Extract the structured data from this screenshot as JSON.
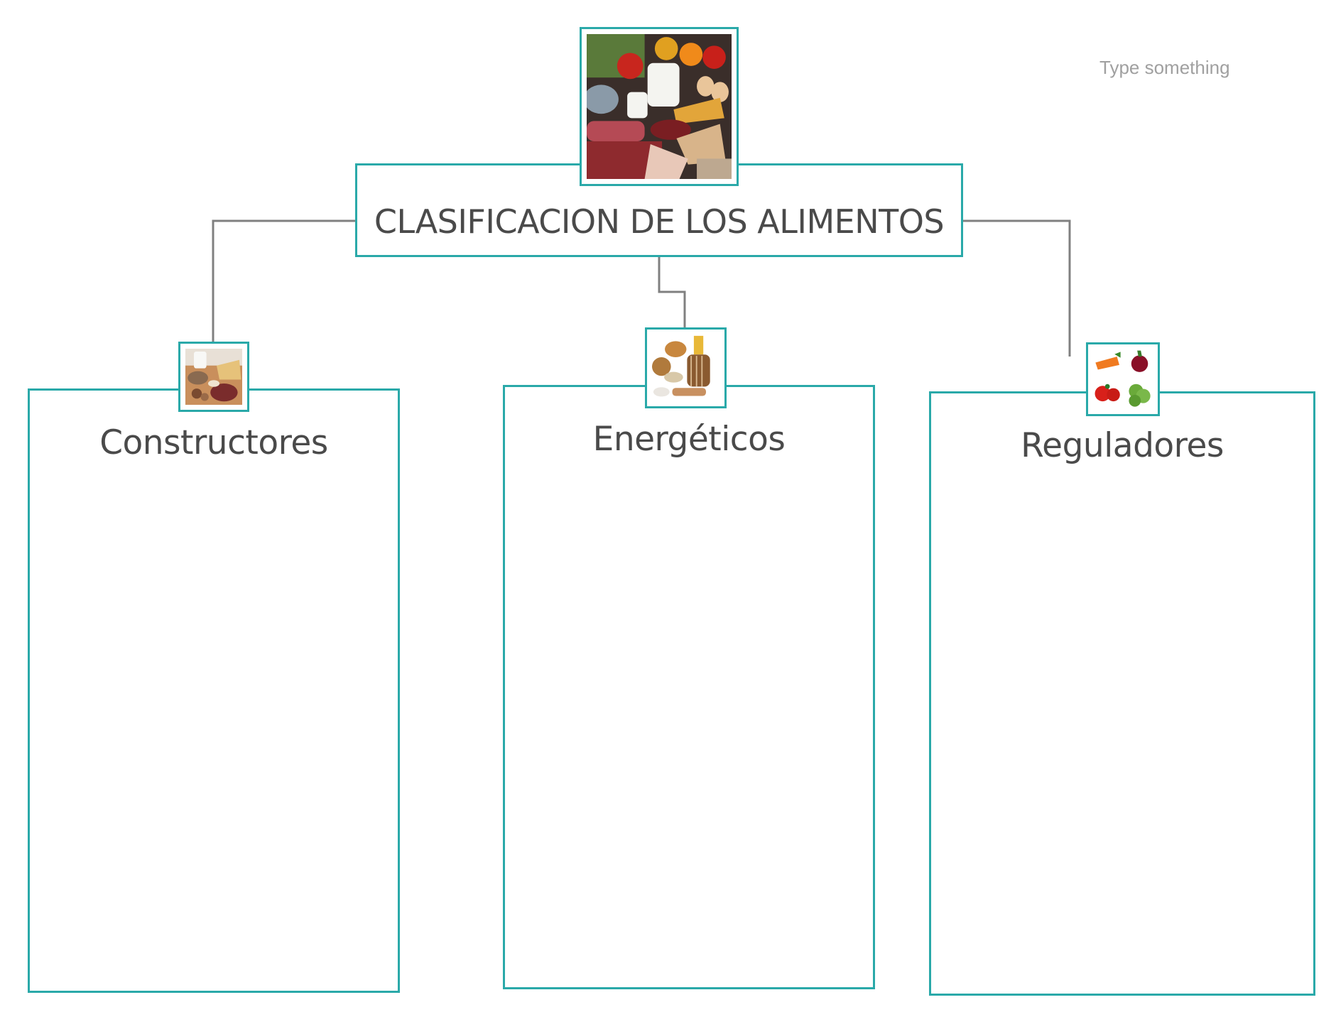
{
  "title": "CLASIFICACION DE LOS ALIMENTOS",
  "placeholder": "Type something",
  "categories": [
    {
      "label": "Constructores",
      "icon": "protein-foods-icon"
    },
    {
      "label": "Energéticos",
      "icon": "grains-bread-icon"
    },
    {
      "label": "Reguladores",
      "icon": "fruits-vegetables-icon"
    }
  ],
  "colors": {
    "border": "#2aa9a9",
    "connector": "#808080",
    "text": "#4a4a4a",
    "placeholder": "#a0a0a0"
  }
}
